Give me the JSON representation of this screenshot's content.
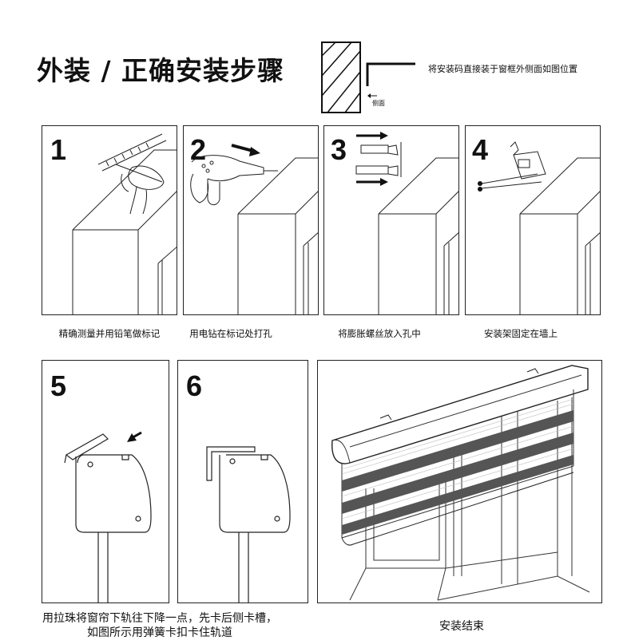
{
  "header": {
    "title": "外装 / 正确安装步骤",
    "note": "将安装码直接装于窗框外侧面如图位置",
    "side_label": "侧面"
  },
  "steps": [
    {
      "num": "1",
      "caption": "精确测量并用铅笔做标记"
    },
    {
      "num": "2",
      "caption": "用电钻在标记处打孔"
    },
    {
      "num": "3",
      "caption": "将膨胀螺丝放入孔中"
    },
    {
      "num": "4",
      "caption": "安装架固定在墙上"
    },
    {
      "num": "5",
      "caption": "用拉珠将窗帘下轨往下降一点，先卡后侧卡槽，如图所示用弹簧卡扣卡住轨道"
    },
    {
      "num": "6",
      "caption": ""
    }
  ],
  "final_caption": "安装结束",
  "colors": {
    "stripe": "#555555",
    "line": "#222222"
  }
}
